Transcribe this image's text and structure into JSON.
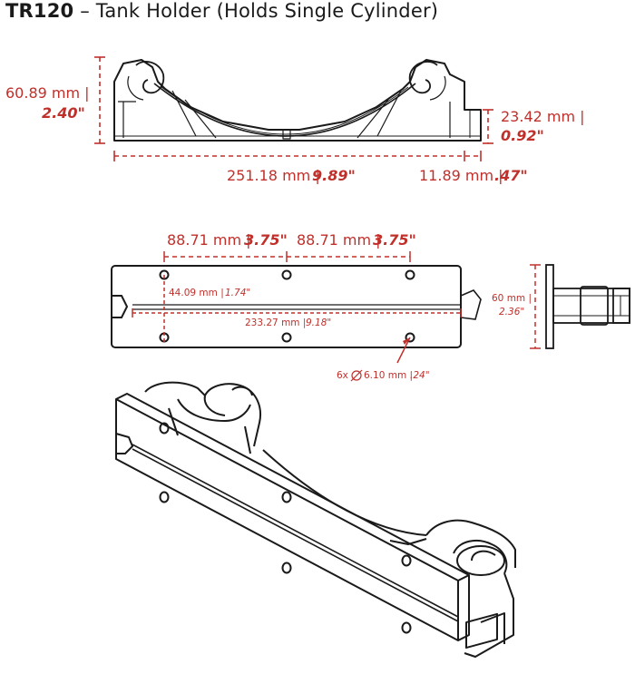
{
  "title": {
    "model": "TR120",
    "sep": " – ",
    "name": "Tank Holder (Holds Single Cylinder)"
  },
  "colors": {
    "dimension": "#c0302b",
    "outline": "#1a1a1a"
  },
  "side_view": {
    "height_left": {
      "mm": "60.89 mm |",
      "in": "2.40\""
    },
    "height_right": {
      "mm": "23.42 mm |",
      "in": "0.92\""
    },
    "length": {
      "mm": "251.18 mm |",
      "in": "9.89\""
    },
    "lip": {
      "mm": "11.89 mm |",
      "in": ".47\""
    }
  },
  "top_view": {
    "spacing_left": {
      "mm": "88.71 mm |",
      "in": "3.75\""
    },
    "spacing_right": {
      "mm": "88.71 mm |",
      "in": "3.75\""
    },
    "hole_row_spacing": {
      "mm": "44.09 mm |",
      "in": "1.74\""
    },
    "hole_span": {
      "mm": "233.27 mm |",
      "in": "9.18\""
    },
    "holes": {
      "count": "6x",
      "mm": "6.10 mm |",
      "in": ".24\""
    }
  },
  "end_view": {
    "height": {
      "mm": "60 mm |",
      "in": "2.36\""
    }
  }
}
